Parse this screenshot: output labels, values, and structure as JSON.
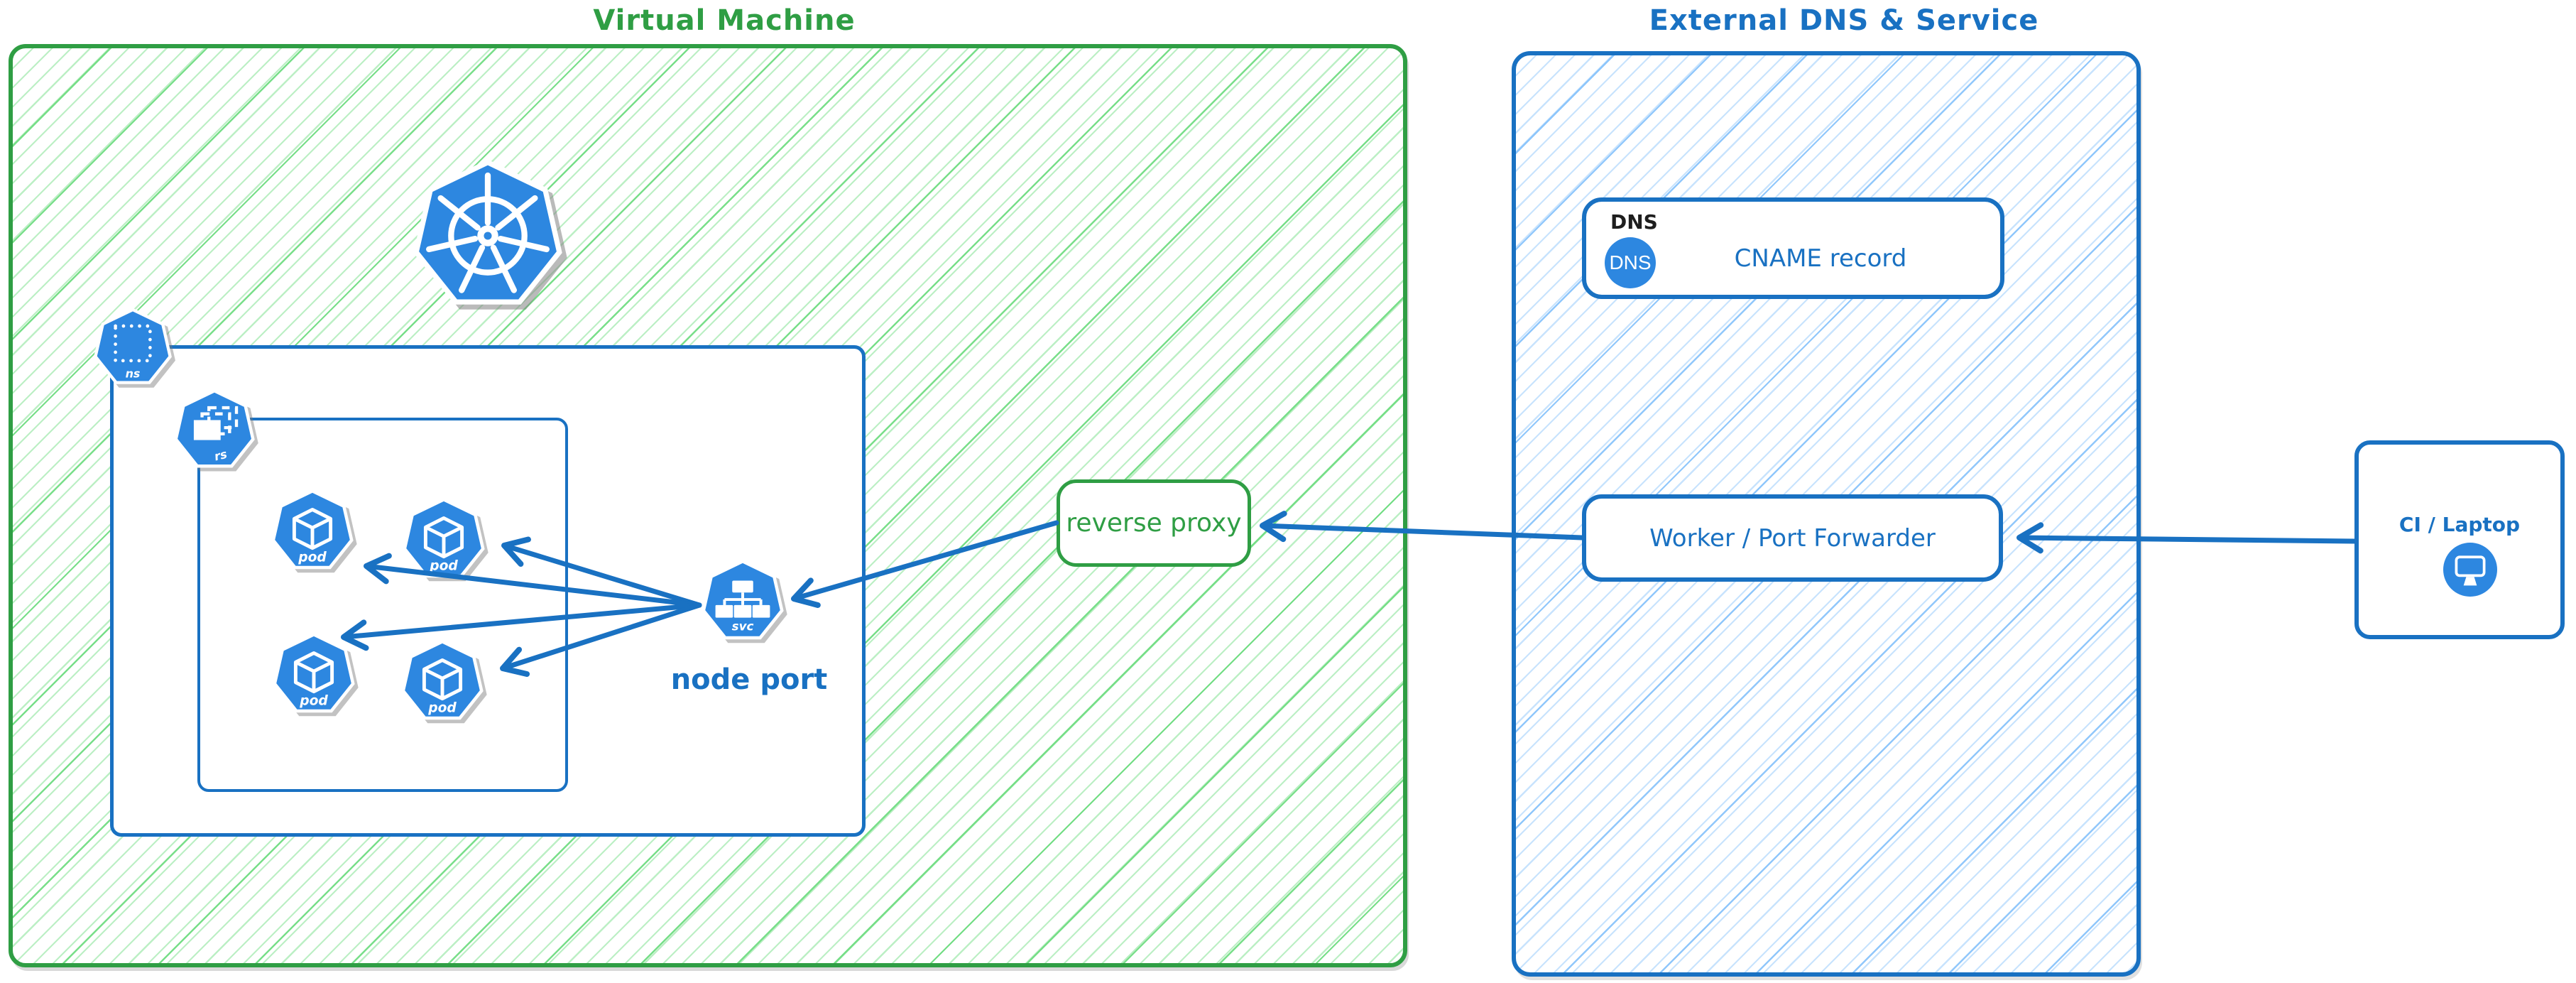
{
  "titles": {
    "vm": "Virtual Machine",
    "external": "External DNS & Service"
  },
  "nodes": {
    "reverse_proxy": "reverse proxy",
    "node_port": "node port",
    "dns_header": "DNS",
    "dns_badge": "DNS",
    "cname_record": "CNAME record",
    "worker": "Worker / Port Forwarder",
    "ci_laptop": "CI / Laptop"
  },
  "icon_labels": {
    "pod": "pod",
    "ns": "ns",
    "rs": "rs",
    "svc": "svc"
  },
  "icons": {
    "kubernetes_logo": "blue heptagon with white ship-wheel",
    "namespace": "heptagon with dotted square",
    "replicaset": "heptagon with stacked rectangles",
    "pod": "heptagon with cube",
    "service": "heptagon with node tree",
    "dns_badge": "blue circle with DNS text",
    "laptop": "blue circle with monitor"
  },
  "colors": {
    "green_stroke": "#2f9e44",
    "green_hatch": "#69db7c",
    "blue_stroke": "#1971c2",
    "blue_hatch": "#74b9fa",
    "icon_blue": "#2d87e0",
    "arrow_blue": "#1971c2",
    "text_black": "#1e1e1e",
    "background": "#ffffff"
  }
}
